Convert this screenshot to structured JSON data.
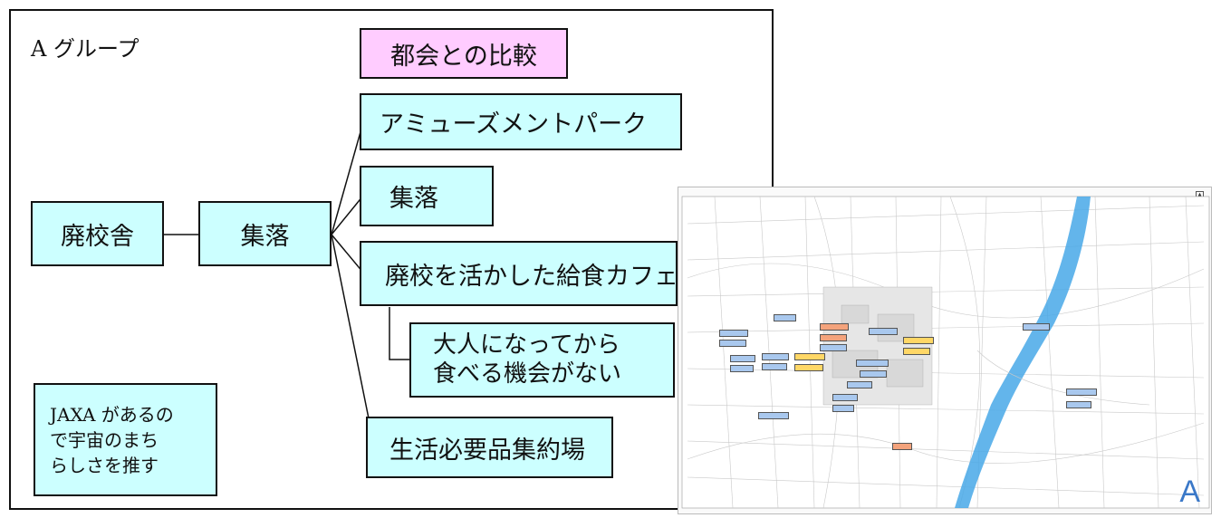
{
  "diagram": {
    "group_title": "A グループ",
    "compare_label": "都会との比較",
    "nodes": {
      "school": "廃校舎",
      "village": "集落",
      "amusement": "アミューズメントパーク",
      "village2": "集落",
      "cafe": "廃校を活かした給食カフェ",
      "adult_line1": "大人になってから",
      "adult_line2": "食べる機会がない",
      "supplies": "生活必要品集約場",
      "jaxa_line1": "JAXA があるの",
      "jaxa_line2": "で宇宙のまち",
      "jaxa_line3": "らしさを推す"
    },
    "colors": {
      "node_fill": "#ccffff",
      "compare_fill": "#ffccff",
      "line": "#111111"
    }
  },
  "map": {
    "corner_letter": "A",
    "river_color": "#48a8e8",
    "label_colors": {
      "blue": "#a9c8ee",
      "yellow": "#ffd766",
      "orange": "#f4a37c"
    }
  }
}
